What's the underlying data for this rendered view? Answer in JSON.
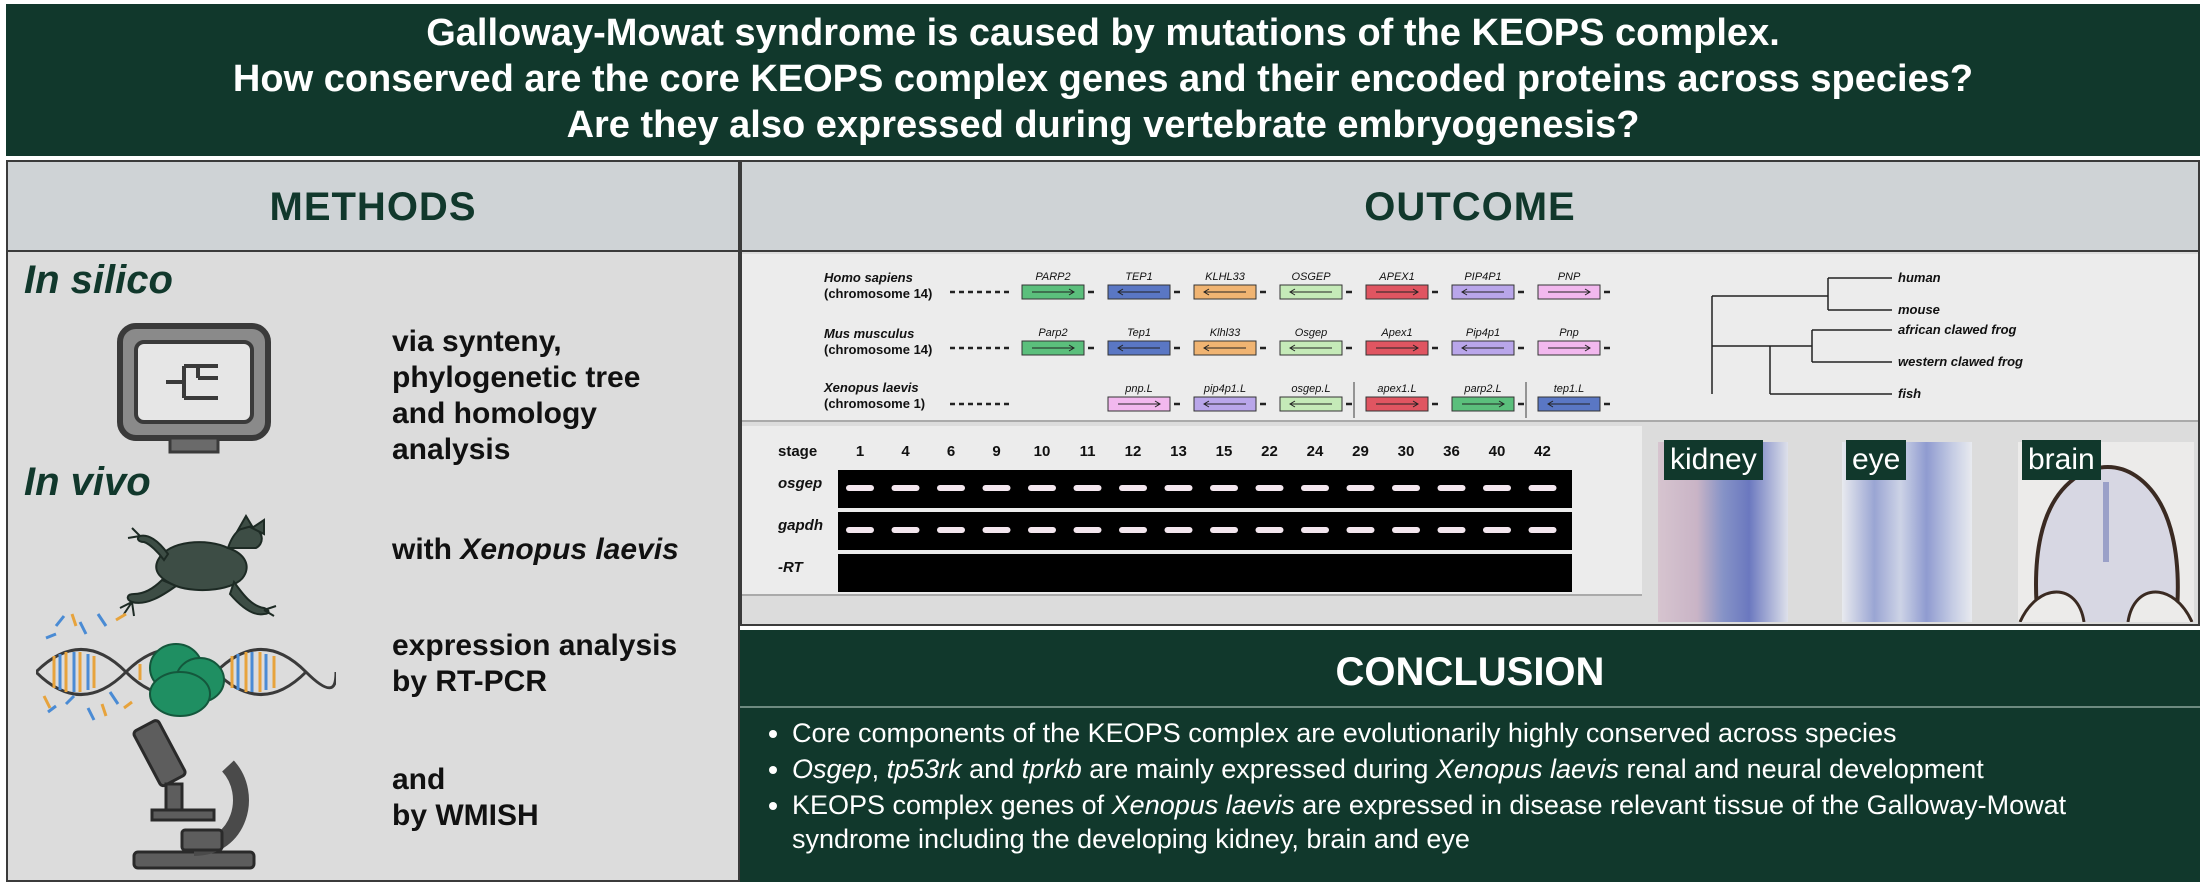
{
  "header": {
    "line1": "Galloway-Mowat syndrome is caused by mutations of the KEOPS complex.",
    "line2": "How conserved are the core KEOPS complex genes and their encoded proteins across species?",
    "line3": "Are they also expressed during vertebrate embryogenesis?"
  },
  "methods": {
    "title": "METHODS",
    "in_silico": "In silico",
    "in_silico_text": [
      "via synteny,",
      "phylogenetic tree",
      "and homology",
      "analysis"
    ],
    "in_vivo": "In vivo",
    "xenopus_prefix": "with ",
    "xenopus_name": "Xenopus laevis",
    "rtpcr_text": [
      "expression analysis",
      "by RT-PCR"
    ],
    "wmish_text": [
      "and",
      "by WMISH"
    ]
  },
  "outcome": {
    "title": "OUTCOME",
    "synteny": {
      "species": [
        {
          "name": "Homo sapiens",
          "chrom": "(chromosome 14)",
          "genes": [
            "PARP2",
            "TEP1",
            "KLHL33",
            "OSGEP",
            "APEX1",
            "PIP4P1",
            "PNP"
          ]
        },
        {
          "name": "Mus musculus",
          "chrom": "(chromosome 14)",
          "genes": [
            "Parp2",
            "Tep1",
            "Klhl33",
            "Osgep",
            "Apex1",
            "Pip4p1",
            "Pnp"
          ]
        },
        {
          "name": "Xenopus laevis",
          "chrom": "(chromosome 1)",
          "genes": [
            "pnp.L",
            "pip4p1.L",
            "osgep.L",
            "apex1.L",
            "parp2.L",
            "tep1.L"
          ]
        }
      ],
      "gene_colors": {
        "parp2": "#5bbf7c",
        "tep1": "#5a77c4",
        "klhl33": "#f0b472",
        "osgep": "#c5eab8",
        "apex1": "#e05561",
        "pip4p1": "#b9a6ea",
        "pnp": "#f2b8ee"
      }
    },
    "tree": [
      "human",
      "mouse",
      "african clawed frog",
      "western clawed frog",
      "fish"
    ],
    "gel": {
      "stage_label": "stage",
      "stages": [
        "1",
        "4",
        "6",
        "9",
        "10",
        "11",
        "12",
        "13",
        "15",
        "22",
        "24",
        "29",
        "30",
        "36",
        "40",
        "42"
      ],
      "rows": [
        "osgep",
        "gapdh",
        "-RT"
      ]
    },
    "tissues": [
      "kidney",
      "eye",
      "brain"
    ]
  },
  "conclusion": {
    "title": "CONCLUSION",
    "b1": "Core components of the KEOPS complex are evolutionarily highly conserved across species",
    "b2_g1": "Osgep",
    "b2_sep1": ", ",
    "b2_g2": "tp53rk",
    "b2_sep2": " and ",
    "b2_g3": "tprkb",
    "b2_mid": " are mainly expressed during ",
    "b2_sp": "Xenopus laevis",
    "b2_end": " renal and neural development",
    "b3_a": "KEOPS complex genes of ",
    "b3_sp": "Xenopus laevis",
    "b3_b": " are expressed in disease relevant tissue of the Galloway-Mowat",
    "b3_c": "syndrome including the developing kidney, brain and eye"
  }
}
